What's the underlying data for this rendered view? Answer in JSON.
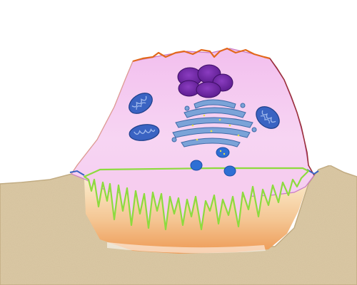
{
  "colors": {
    "background": "#ffffff",
    "bone_matrix": "#dcc9a4",
    "bone_edge": "#b9a27a",
    "cytoplasm": "#f4c8ef",
    "cytoplasm_edge": "#d58bd0",
    "apical_membrane": "#e06a1f",
    "resorption_zone": "#fbeccc",
    "ruffled_border": "#8ddb3e",
    "acidic_layer": "#f0a968",
    "nucleus": "#6a1f9c",
    "mitochondria": "#3a63c2",
    "golgi": "#7ba3d8",
    "vesicle": "#2e6fd4"
  },
  "structures": {
    "nucleus_lobes": 5,
    "mitochondria_count": 3,
    "golgi_cisternae": 5,
    "vesicle_count": 3
  },
  "icons": [
    "osteoclast-cell",
    "nucleus-icon",
    "mitochondrion-icon",
    "golgi-apparatus-icon",
    "vesicle-icon",
    "ruffled-border",
    "bone-matrix"
  ]
}
